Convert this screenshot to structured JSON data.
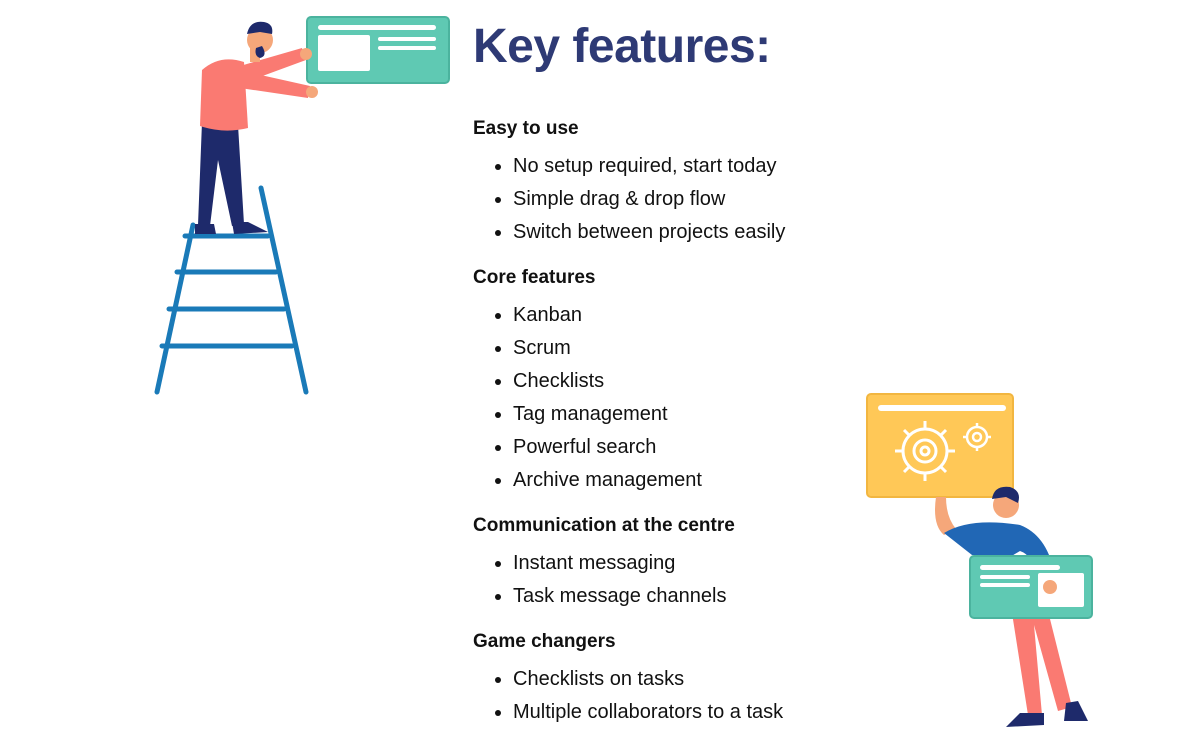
{
  "page": {
    "title": "Key features:"
  },
  "sections": [
    {
      "heading": "Easy to use",
      "items": [
        "No setup required, start today",
        "Simple drag & drop flow",
        "Switch between projects easily"
      ]
    },
    {
      "heading": "Core features",
      "items": [
        "Kanban",
        "Scrum",
        "Checklists",
        "Tag management",
        "Powerful search",
        "Archive management"
      ]
    },
    {
      "heading": "Communication at the centre",
      "items": [
        "Instant messaging",
        "Task message channels"
      ]
    },
    {
      "heading": "Game changers",
      "items": [
        "Checklists on tasks",
        "Multiple collaborators to a task"
      ]
    }
  ],
  "colors": {
    "title": "#2e3a75",
    "teal_panel": "#5fc9b3",
    "yellow_panel": "#ffc857",
    "ladder": "#1a7ab8",
    "shirt_coral": "#fa7a72",
    "shirt_blue": "#2167b5",
    "pants_navy": "#1e2a6b"
  },
  "icons": {
    "illustration_left": "person-on-ladder-illustration",
    "illustration_right": "person-holding-panels-illustration",
    "gear": "gear-icon"
  }
}
